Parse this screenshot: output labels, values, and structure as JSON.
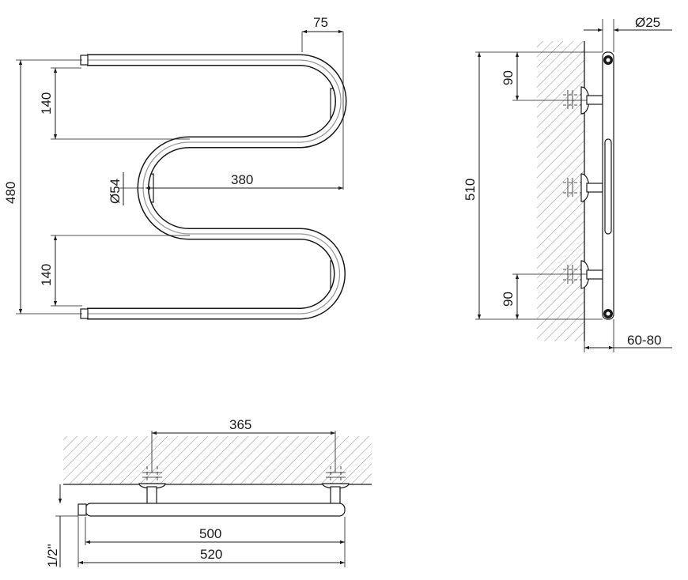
{
  "colors": {
    "line": "#1a1a1a",
    "hatch": "#8c8c8c",
    "background": "#ffffff"
  },
  "front_view": {
    "dim_width_top": "75",
    "dim_height_total": "480",
    "dim_upper_loop": "140",
    "dim_lower_loop": "140",
    "dim_fitting_dia": "Ø54",
    "dim_centre_offset": "380"
  },
  "side_view": {
    "dim_tube_dia": "Ø25",
    "dim_height": "510",
    "dim_top_offset": "90",
    "dim_bottom_offset": "90",
    "dim_wall_distance": "60-80"
  },
  "top_view": {
    "dim_mount_span": "365",
    "dim_inner_length": "500",
    "dim_overall_length": "520",
    "dim_thread": "1/2\""
  }
}
